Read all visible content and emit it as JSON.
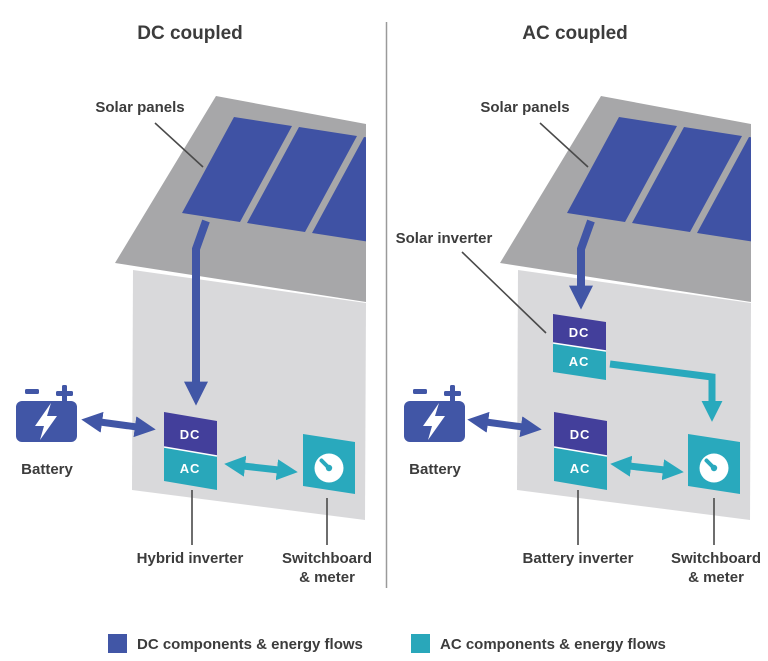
{
  "left_diagram": {
    "title": "DC coupled",
    "solar_panels_label": "Solar panels",
    "battery_label": "Battery",
    "inverter": {
      "dc": "DC",
      "ac": "AC"
    },
    "inverter_label": "Hybrid inverter",
    "switchboard_line1": "Switchboard",
    "switchboard_line2": "& meter"
  },
  "right_diagram": {
    "title": "AC coupled",
    "solar_panels_label": "Solar panels",
    "solar_inverter_label": "Solar inverter",
    "solar_inverter": {
      "dc": "DC",
      "ac": "AC"
    },
    "battery_label": "Battery",
    "battery_inverter": {
      "dc": "DC",
      "ac": "AC"
    },
    "inverter_label": "Battery inverter",
    "switchboard_line1": "Switchboard",
    "switchboard_line2": "& meter"
  },
  "legend": {
    "dc_label": "DC components & energy flows",
    "ac_label": "AC components & energy flows"
  },
  "colors": {
    "dc_blue": "#4156a6",
    "panel_blue": "#3f52a4",
    "dc_box_purple": "#433f9b",
    "ac_teal": "#29a7ba",
    "switch_teal": "#29a9bd",
    "roof_gray": "#a7a7a9",
    "wall_gray": "#d9d9db",
    "text_dark": "#3c3c3c",
    "leader_gray": "#4a4a4a",
    "divider_gray": "#9a9a9a"
  }
}
